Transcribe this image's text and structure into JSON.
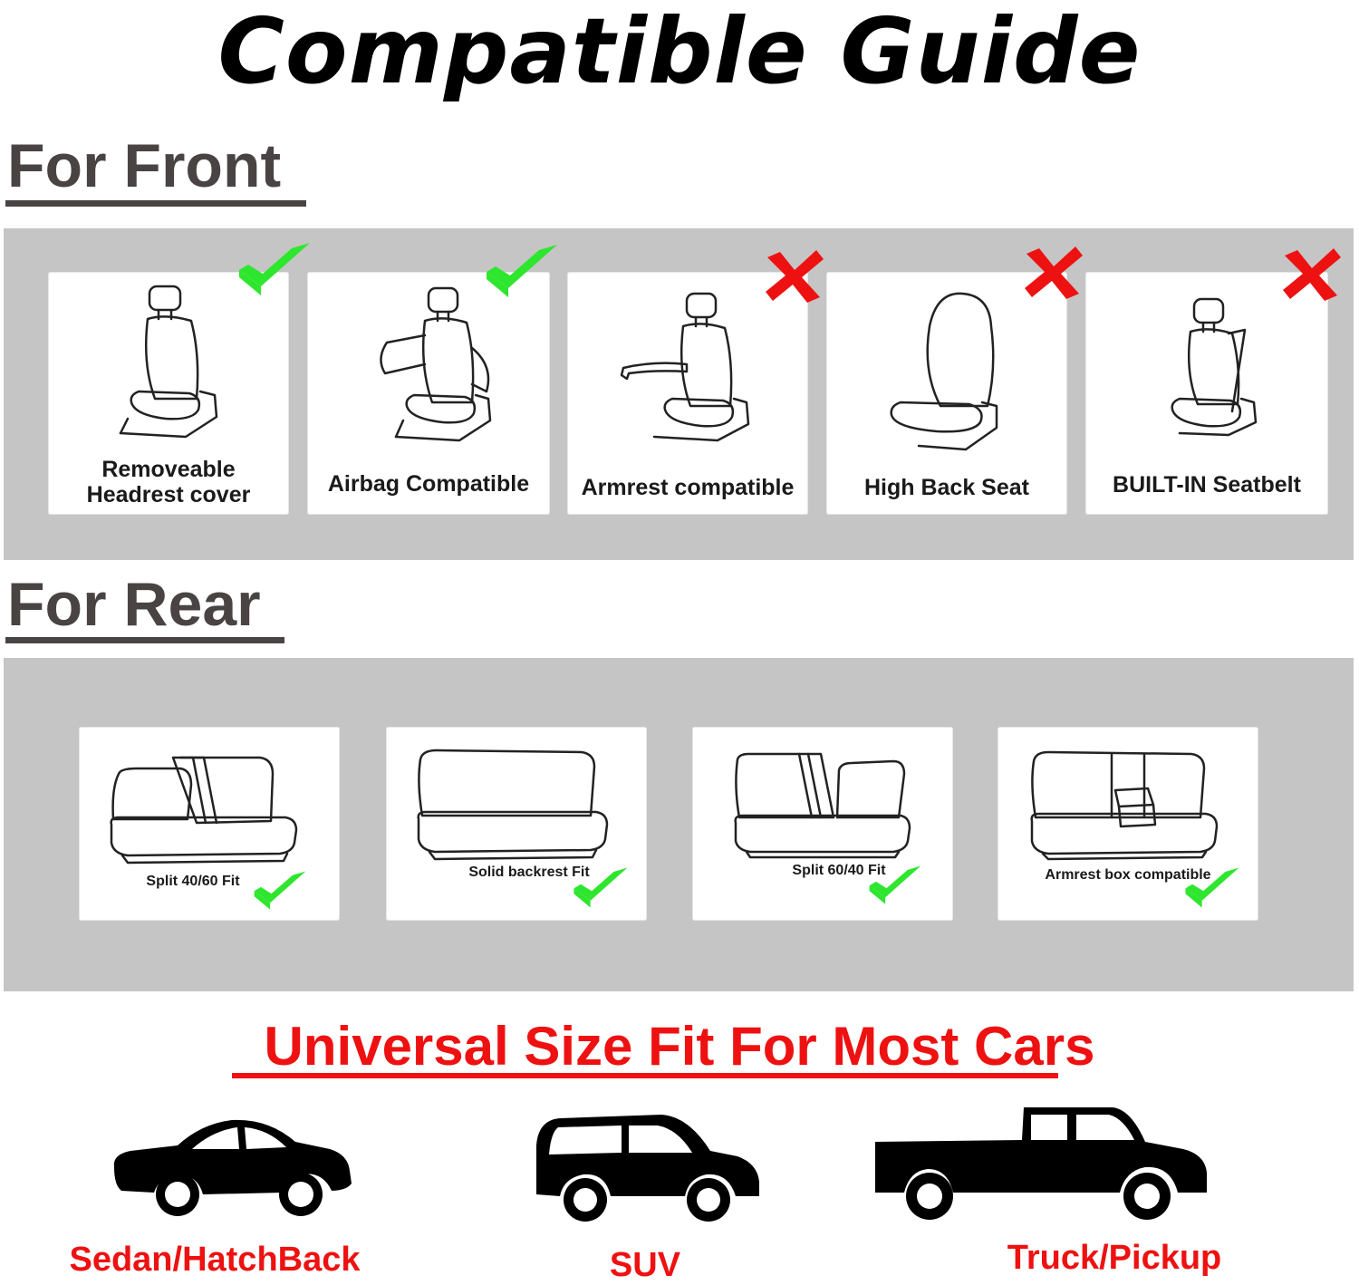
{
  "title": "Compatible Guide",
  "front": {
    "heading": "For Front",
    "items": [
      {
        "label_line1": "Removeable",
        "label_line2": "Headrest cover",
        "mark": "check-icon",
        "compatible": true
      },
      {
        "label_line1": "Airbag Compatible",
        "label_line2": "",
        "mark": "check-icon",
        "compatible": true
      },
      {
        "label_line1": "Armrest compatible",
        "label_line2": "",
        "mark": "cross-icon",
        "compatible": false
      },
      {
        "label_line1": "High Back Seat",
        "label_line2": "",
        "mark": "cross-icon",
        "compatible": false
      },
      {
        "label_line1": "BUILT-IN Seatbelt",
        "label_line2": "",
        "mark": "cross-icon",
        "compatible": false
      }
    ]
  },
  "rear": {
    "heading": "For Rear",
    "items": [
      {
        "label": "Split 40/60 Fit",
        "mark": "check-icon",
        "compatible": true
      },
      {
        "label": "Solid backrest Fit",
        "mark": "check-icon",
        "compatible": true
      },
      {
        "label": "Split 60/40 Fit",
        "mark": "check-icon",
        "compatible": true
      },
      {
        "label": "Armrest box compatible",
        "mark": "check-icon",
        "compatible": true
      }
    ]
  },
  "universal": {
    "heading": "Universal Size Fit For Most Cars",
    "vehicles": [
      {
        "label": "Sedan/HatchBack",
        "icon": "sedan-icon"
      },
      {
        "label": "SUV",
        "icon": "suv-icon"
      },
      {
        "label": "Truck/Pickup",
        "icon": "truck-icon"
      }
    ]
  },
  "colors": {
    "heading_gray": "#4a4344",
    "panel_gray": "#c5c5c5",
    "check_green": "#2ee62e",
    "cross_red": "#ee1111",
    "universal_red": "#ee1111"
  }
}
